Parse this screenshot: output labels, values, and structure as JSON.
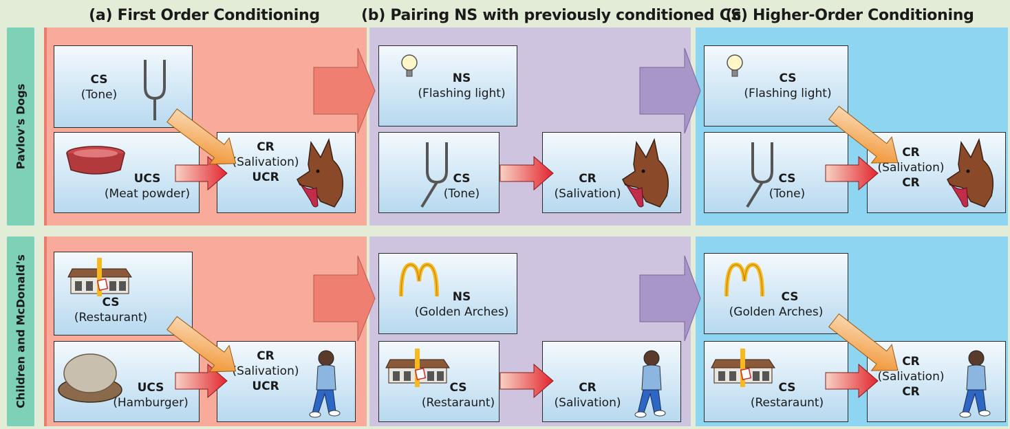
{
  "columns": {
    "a": "(a) First Order Conditioning",
    "b": "(b) Pairing NS with previously conditioned CS",
    "c": "(c) Higher-Order Conditioning"
  },
  "rows": {
    "dogs": "Pavlov's Dogs",
    "children": "Children and McDonald's"
  },
  "dogs": {
    "a_cs_term": "CS",
    "a_cs_desc": "(Tone)",
    "a_ucs_term": "UCS",
    "a_ucs_desc": "(Meat powder)",
    "a_cr_term": "CR",
    "a_cr_desc": "(Salivation)",
    "a_cr_term2": "UCR",
    "b_ns_term": "NS",
    "b_ns_desc": "(Flashing light)",
    "b_cs_term": "CS",
    "b_cs_desc": "(Tone)",
    "b_cr_term": "CR",
    "b_cr_desc": "(Salivation)",
    "c_cs1_term": "CS",
    "c_cs1_desc": "(Flashing light)",
    "c_cs2_term": "CS",
    "c_cs2_desc": "(Tone)",
    "c_cr_term": "CR",
    "c_cr_desc": "(Salivation)",
    "c_cr_term2": "CR"
  },
  "kids": {
    "a_cs_term": "CS",
    "a_cs_desc": "(Restaurant)",
    "a_ucs_term": "UCS",
    "a_ucs_desc": "(Hamburger)",
    "a_cr_term": "CR",
    "a_cr_desc": "(Salivation)",
    "a_cr_term2": "UCR",
    "b_ns_term": "NS",
    "b_ns_desc": "(Golden Arches)",
    "b_cs_term": "CS",
    "b_cs_desc": "(Restaraunt)",
    "b_cr_term": "CR",
    "b_cr_desc": "(Salivation)",
    "c_cs1_term": "CS",
    "c_cs1_desc": "(Golden Arches)",
    "c_cs2_term": "CS",
    "c_cs2_desc": "(Restaraunt)",
    "c_cr_term": "CR",
    "c_cr_desc": "(Salivation)",
    "c_cr_term2": "CR"
  },
  "colors": {
    "panel_a": "#f8ab9a",
    "panel_b": "#cfc4df",
    "panel_c": "#8ed5f2",
    "row_label": "#7ed0b7",
    "big_arrow_a": "#ef7f70",
    "big_arrow_b": "#a996c9",
    "arrow_red": "#e8343a",
    "arrow_orange": "#f39a3a",
    "arches": "#f6b91e"
  }
}
